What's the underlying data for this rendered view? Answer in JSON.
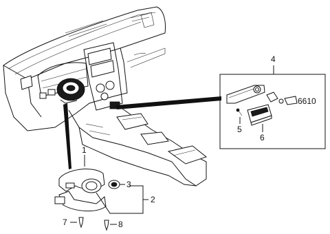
{
  "callouts": {
    "c1": "1",
    "c2": "2",
    "c3": "3",
    "c4": "4",
    "c5": "5",
    "c6": "6",
    "c7": "7",
    "c8": "8",
    "ref": "6610"
  }
}
